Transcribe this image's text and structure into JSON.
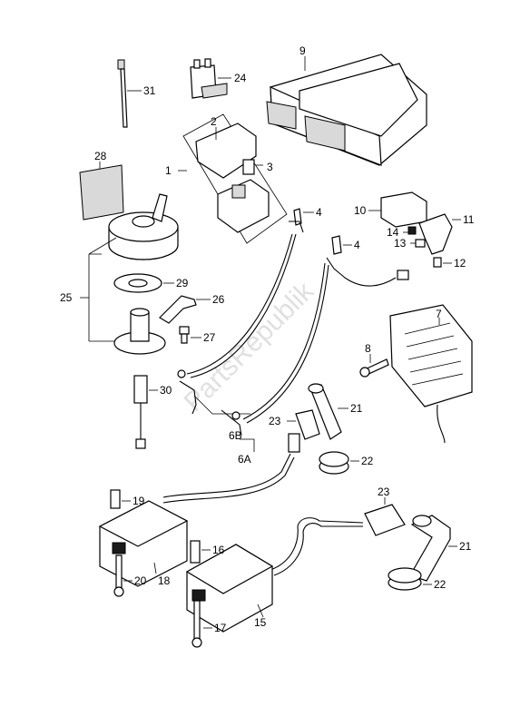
{
  "watermark": "PartsRepublik",
  "callouts": {
    "c1": "1",
    "c2": "2",
    "c3": "3",
    "c4a": "4",
    "c4b": "4",
    "c6a": "6A",
    "c6b": "6B",
    "c7": "7",
    "c8": "8",
    "c9": "9",
    "c10": "10",
    "c11": "11",
    "c12": "12",
    "c13": "13",
    "c14": "14",
    "c15": "15",
    "c16": "16",
    "c17": "17",
    "c18": "18",
    "c19": "19",
    "c20": "20",
    "c21a": "21",
    "c21b": "21",
    "c22a": "22",
    "c22b": "22",
    "c23a": "23",
    "c23b": "23",
    "c24": "24",
    "c25": "25",
    "c26": "26",
    "c27": "27",
    "c28": "28",
    "c29": "29",
    "c30": "30",
    "c31": "31"
  }
}
